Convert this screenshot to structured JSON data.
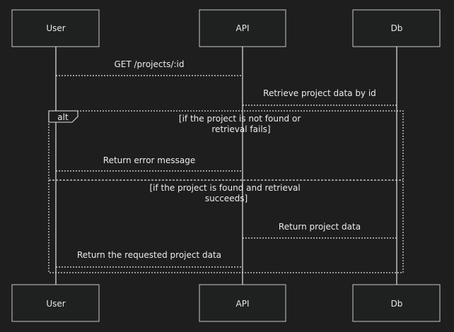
{
  "participants": {
    "user": "User",
    "api": "API",
    "db": "Db"
  },
  "messages": {
    "get_request": "GET /projects/:id",
    "retrieve": "Retrieve project data by id",
    "error": "Return error message",
    "return_data": "Return project data",
    "return_requested": "Return the requested project data"
  },
  "alt_frame": {
    "tag": "alt",
    "condition_1": [
      "[if the project is not found or",
      "retrieval fails]"
    ],
    "condition_2": [
      "[if the project is found and retrieval",
      "succeeds]"
    ]
  },
  "colors": {
    "background": "#1e1e1e",
    "box_fill": "#1f2020",
    "box_stroke": "#c8c8c8",
    "line": "#d8d8d8",
    "text": "#ececec"
  }
}
